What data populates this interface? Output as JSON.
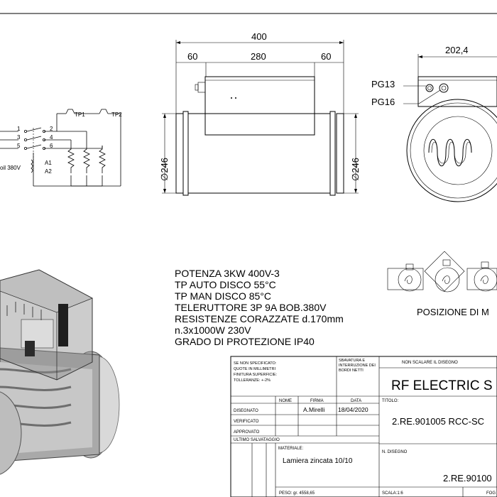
{
  "electric_schematic": {
    "terminals_left": [
      "1",
      "3",
      "5"
    ],
    "terminals_right": [
      "2",
      "4",
      "6"
    ],
    "thermostats": [
      "TP1",
      "TP2"
    ],
    "coil_terminals": [
      "A1",
      "A2"
    ],
    "coil_label": "oil 380V"
  },
  "front_view": {
    "overall_length": "400",
    "collar_left": "60",
    "box_length": "280",
    "collar_right": "60",
    "diameter_left": "∅246",
    "diameter_right": "∅246"
  },
  "side_view": {
    "width": "202,4",
    "gland_1": "PG13",
    "gland_2": "PG16"
  },
  "specifications": [
    "POTENZA 3KW 400V-3",
    "TP AUTO DISCO 55°C",
    "TP MAN DISCO 85°C",
    "TELERUTTORE 3P 9A BOB.380V",
    "RESISTENZE CORAZZATE d.170mm",
    "n.3x1000W 230V",
    "GRADO DI PROTEZIONE IP40"
  ],
  "positions": {
    "caption": "POSIZIONE DI M"
  },
  "title_block": {
    "general_notes": [
      "SE NON SPECIFICATO:",
      "QUOTE IN MILLIMETRI",
      "FINITURA SUPERFICIE:",
      "TOLLERANZE: +-2%"
    ],
    "edge_notes": [
      "SBAVATURA E",
      "INTERRUZIONE DEI",
      "BORDI NETTI"
    ],
    "no_scale": "NON SCALARE IL DISEGNO",
    "product_title": "RF ELECTRIC S",
    "col_nome": "NOME",
    "col_firma": "FIRMA",
    "col_data": "DATA",
    "row_disegnato": "DISEGNATO",
    "row_verificato": "VERIFICATO",
    "row_approvato": "APPROVATO",
    "row_ultimo": "ULTIMO SALVATAGGIO",
    "firma_value": "A.Mirelli",
    "data_value": "18/04/2020",
    "titolo_label": "TITOLO:",
    "titolo_value": "2.RE.901005 RCC-SC",
    "materiale_label": "MATERIALE:",
    "materiale_value": "Lamiera zincata 10/10",
    "n_disegno_label": "N. DISEGNO",
    "n_disegno_value": "2.RE.90100",
    "peso": "PESO: gr.   4558,65",
    "scala": "SCALA:1:6",
    "foglio": "FOG"
  }
}
